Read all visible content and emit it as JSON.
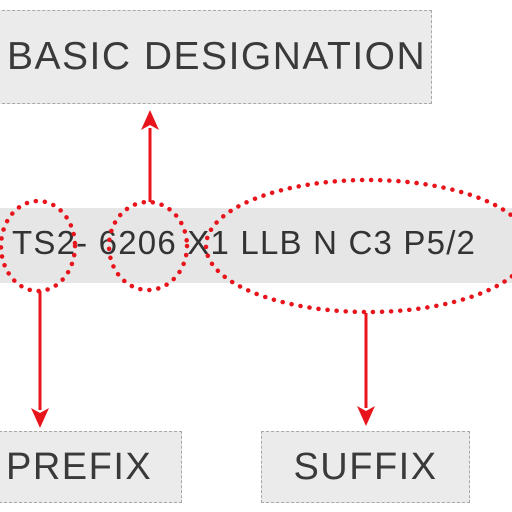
{
  "labels": {
    "basic_designation": "BASIC DESIGNATION",
    "prefix": "PREFIX",
    "suffix": "SUFFIX"
  },
  "designation": {
    "text": "TS2- 6206 X1 LLB N C3 P5/2"
  },
  "colors": {
    "accent_red": "#e8141c",
    "box_fill": "#ebebeb",
    "box_border": "#a8a8a8",
    "band_fill": "#e6e6e6",
    "text": "#333333"
  }
}
